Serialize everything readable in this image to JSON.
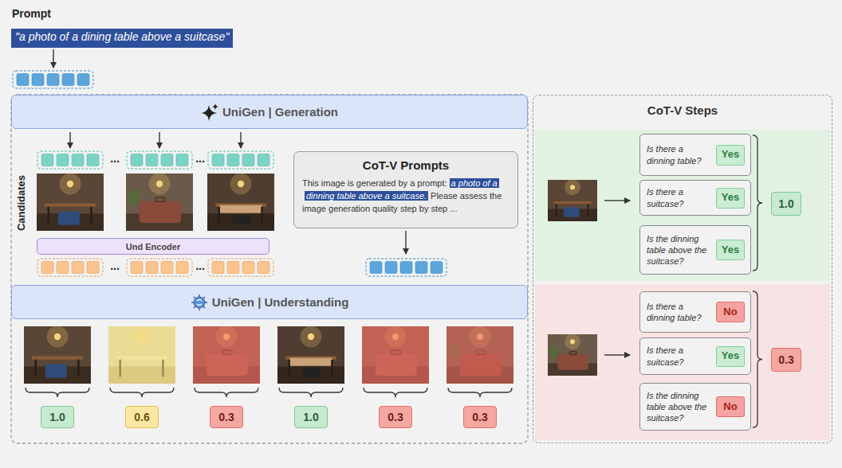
{
  "diagram": {
    "nodes": [
      {
        "text": [
          "\"a photo of a dining table above a suitcase\""
        ]
      },
      {
        "text": [
          "UniGen | Generation"
        ]
      },
      {
        "text": [
          "CoT-V Prompts",
          "This image is generated by a prompt:",
          "a photo of a dinning table above a suitcase.",
          "Please assess the image generation quality step by step ..."
        ]
      },
      {
        "text": [
          "Und Encoder"
        ]
      },
      {
        "text": [
          "UniGen | Understanding"
        ]
      },
      {
        "text": [
          "1.0"
        ]
      },
      {
        "text": [
          "0.6"
        ]
      },
      {
        "text": [
          "0.3"
        ]
      },
      {
        "text": [
          "1.0"
        ]
      },
      {
        "text": [
          "0.3"
        ]
      },
      {
        "text": [
          "0.3"
        ]
      },
      {
        "text": [
          "CoT-V Steps"
        ]
      },
      {
        "text": [
          "Is there a dinning table?"
        ],
        "in": 11
      },
      {
        "text": [
          "Yes"
        ],
        "in": 12
      },
      {
        "text": [
          "Is there a suitcase?"
        ],
        "in": 11
      },
      {
        "text": [
          "Yes"
        ],
        "in": 14
      },
      {
        "text": [
          "Is the dinning table above the suitcase?"
        ],
        "in": 11
      },
      {
        "text": [
          "Yes"
        ],
        "in": 16
      },
      {
        "text": [
          "1.0"
        ],
        "in": 11
      },
      {
        "text": [
          "Is there a dinning table?"
        ],
        "in": 11
      },
      {
        "text": [
          "No"
        ],
        "in": 19
      },
      {
        "text": [
          "Is there a suitcase?"
        ],
        "in": 11
      },
      {
        "text": [
          "Yes"
        ],
        "in": 21
      },
      {
        "text": [
          "Is the dinning table above the suitcase?"
        ],
        "in": 11
      },
      {
        "text": [
          "No"
        ],
        "in": 23
      },
      {
        "text": [
          "0.3"
        ],
        "in": 11
      }
    ],
    "labels": [
      "Prompt",
      "Candidates",
      "...",
      "...",
      "...",
      "..."
    ]
  }
}
